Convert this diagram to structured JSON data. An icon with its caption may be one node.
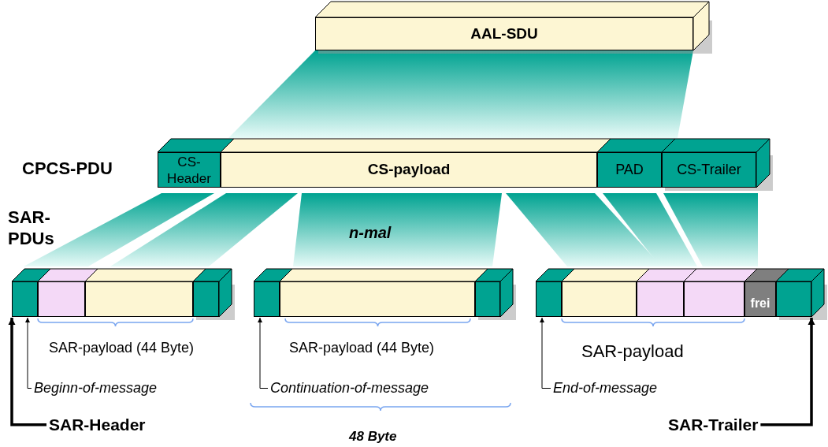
{
  "diagram": {
    "nodes": [
      {
        "text": [
          "AAL-SDU"
        ]
      },
      {
        "text": [
          "CS- Header"
        ]
      },
      {
        "text": [
          "CS-payload"
        ]
      },
      {
        "text": [
          "PAD"
        ]
      },
      {
        "text": [
          "CS-Trailer"
        ]
      },
      {
        "text": [],
        "shape": "box"
      },
      {
        "text": [],
        "shape": "box"
      },
      {
        "text": [],
        "shape": "box"
      },
      {
        "text": [],
        "shape": "box"
      },
      {
        "text": [],
        "shape": "box"
      },
      {
        "text": [],
        "shape": "box"
      },
      {
        "text": [],
        "shape": "box"
      },
      {
        "text": [],
        "shape": "box"
      },
      {
        "text": [],
        "shape": "box"
      },
      {
        "text": [],
        "shape": "box"
      },
      {
        "text": [],
        "shape": "box"
      },
      {
        "text": [
          "frei"
        ]
      },
      {
        "text": [],
        "shape": "box"
      },
      {
        "text": [
          "SAR-Header"
        ]
      },
      {
        "text": [
          "Beginn-of-message"
        ]
      },
      {
        "text": [
          "Continuation-of-message"
        ]
      },
      {
        "text": [
          "End-of-message"
        ]
      },
      {
        "text": [
          "SAR-Trailer"
        ]
      }
    ],
    "edges": [
      {
        "from": 18,
        "to": 5,
        "arrow": "to",
        "style": "thick"
      },
      {
        "from": 19,
        "to": 5,
        "arrow": "to"
      },
      {
        "from": 20,
        "to": 9,
        "arrow": "to"
      },
      {
        "from": 21,
        "to": 12,
        "arrow": "to"
      },
      {
        "from": 22,
        "to": 17,
        "arrow": "to",
        "style": "thick"
      }
    ],
    "labels": [
      "CPCS-PDU",
      "SAR-PDUs",
      "n-mal",
      "SAR-payload (44 Byte)",
      "SAR-payload (44 Byte)",
      "SAR-payload",
      "48 Byte"
    ]
  }
}
